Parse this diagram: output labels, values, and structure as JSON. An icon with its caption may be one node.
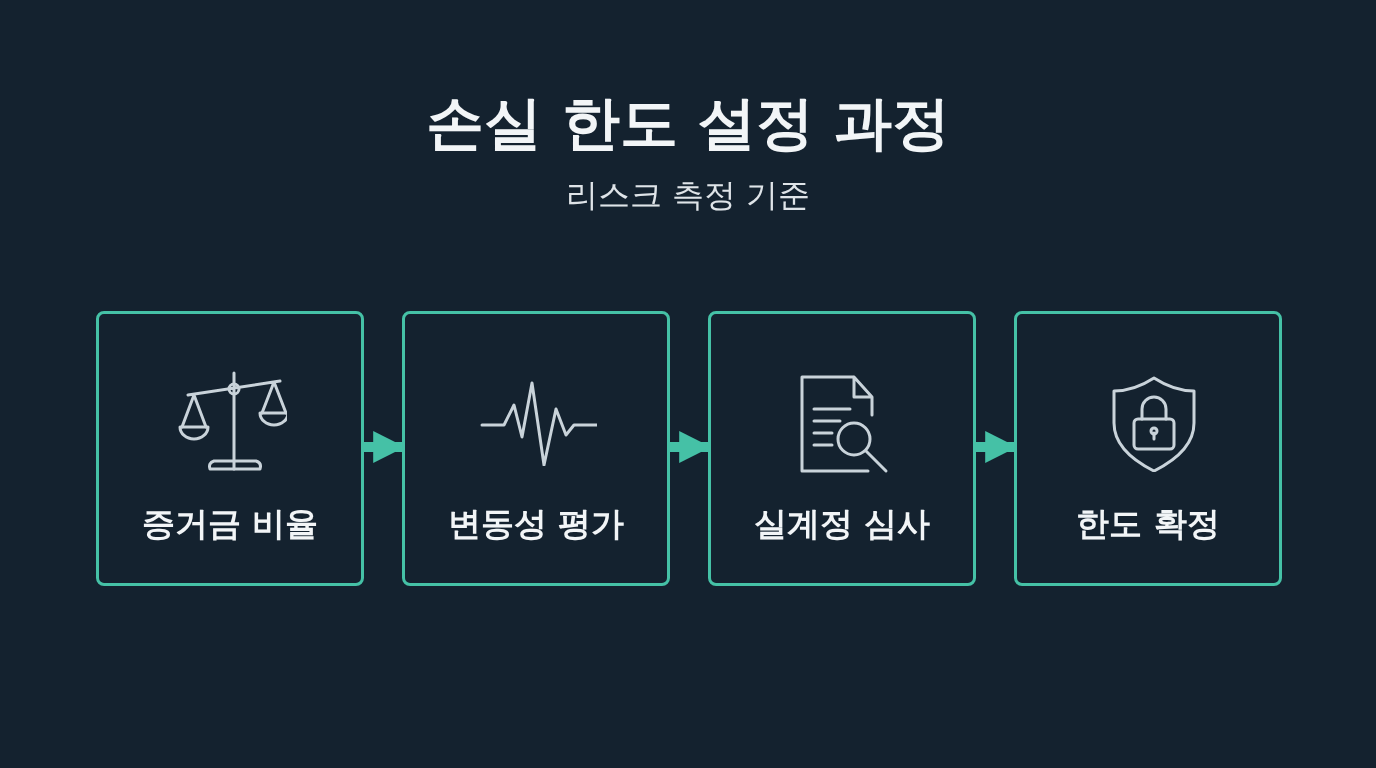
{
  "diagram": {
    "title": "손실 한도 설정 과정",
    "nodes": [
      {
        "text": [
          "증거금 비율"
        ]
      },
      {
        "text": [
          "변동성 평가"
        ]
      },
      {
        "text": [
          "실계정 심사"
        ]
      },
      {
        "text": [
          "한도 확정"
        ]
      }
    ],
    "edges": [
      {
        "from": 0,
        "to": 1,
        "arrow": "to"
      },
      {
        "from": 1,
        "to": 2,
        "arrow": "to"
      },
      {
        "from": 2,
        "to": 3,
        "arrow": "to"
      }
    ],
    "labels": [
      "리스크 측정 기준"
    ]
  }
}
